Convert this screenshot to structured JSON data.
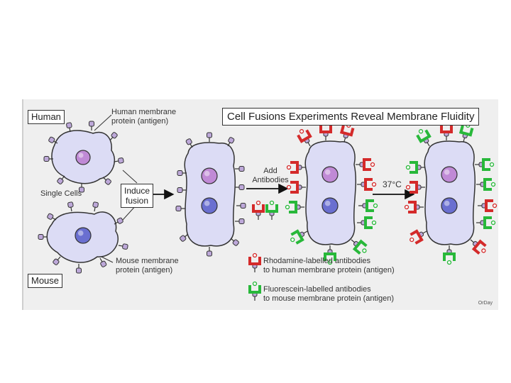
{
  "figure": {
    "title": "Cell Fusions Experiments Reveal Membrane Fluidity",
    "labels": {
      "human": "Human",
      "mouse": "Mouse",
      "single_cells": "Single Cells",
      "human_protein_line1": "Human membrane",
      "human_protein_line2": "protein (antigen)",
      "mouse_protein_line1": "Mouse membrane",
      "mouse_protein_line2": "protein (antigen)",
      "induce_line1": "Induce",
      "induce_line2": "fusion",
      "add_line1": "Add",
      "add_line2": "Antibodies",
      "temperature": "37°C",
      "rhod_line1": "Rhodamine-labelled antibodies",
      "rhod_line2": "to human membrane protein (antigen)",
      "fluor_line1": "Fluorescein-labelled antibodies",
      "fluor_line2": "to mouse membrane protein (antigen)",
      "credit": "OrDay"
    },
    "colors": {
      "panel": "#efefef",
      "cell_fill": "#dcdcf5",
      "human_nucleus": "#c08ad6",
      "mouse_nucleus": "#6a6fd0",
      "rhodamine": "#d42a2a",
      "fluorescein": "#28b83a",
      "protein": "#bda8d9"
    }
  }
}
